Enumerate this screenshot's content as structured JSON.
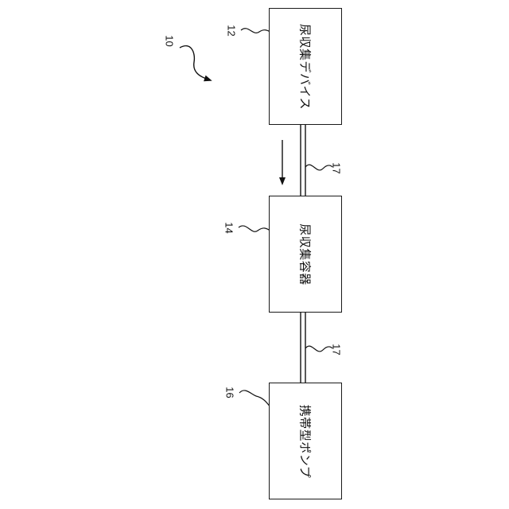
{
  "diagram": {
    "system_ref": "10",
    "blocks": [
      {
        "ref": "12",
        "label": "尿収集デバイス"
      },
      {
        "ref": "14",
        "label": "尿収集容器"
      },
      {
        "ref": "16",
        "label": "携帯型ポンプ"
      }
    ],
    "tube_ref_upper": "17",
    "tube_ref_lower": "17"
  }
}
